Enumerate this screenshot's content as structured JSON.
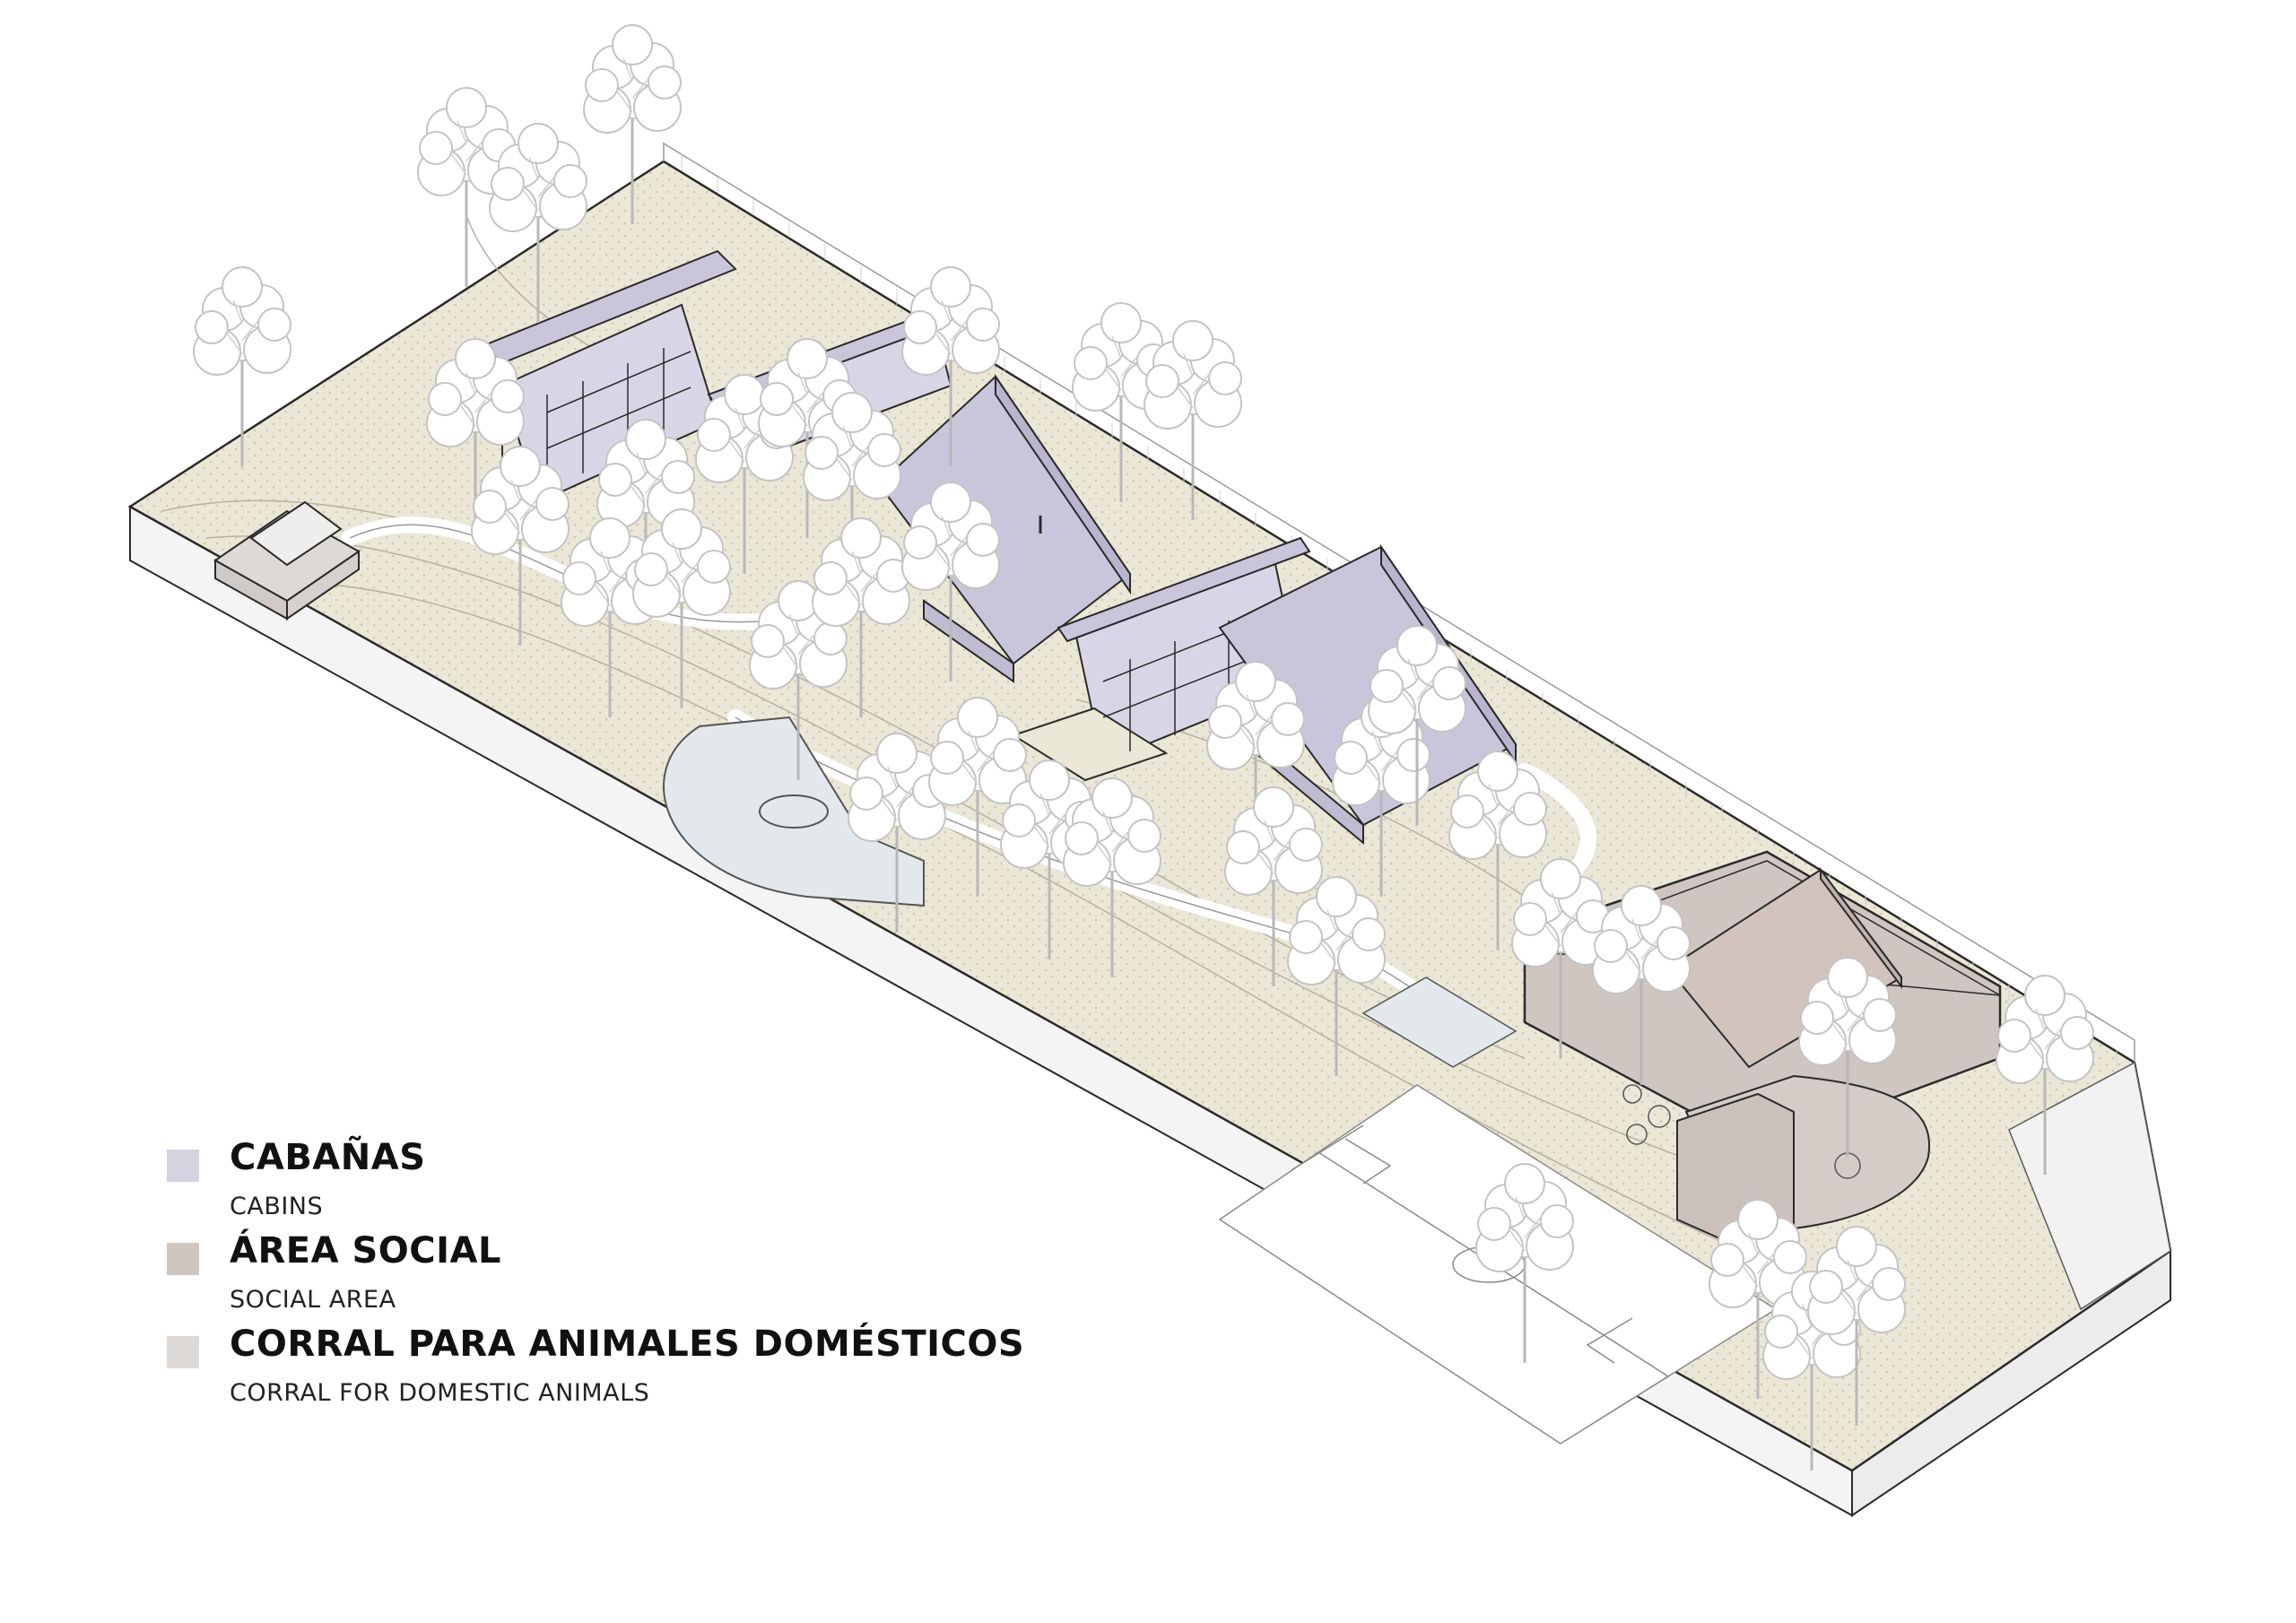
{
  "colors": {
    "cabins": "#d3d4e0",
    "social_area": "#cfc5c1",
    "corral": "#ddd9d7",
    "ground": "#ebe7d7",
    "plaza": "#e3e8ec",
    "cabin_roof": "#c9c6dc",
    "cabin_wall": "#d8d6e6",
    "social_roof": "#d2c3bd",
    "tree_stroke": "#c4c4c4",
    "line": "#2a2a2a"
  },
  "legend": [
    {
      "key": "cabins",
      "title": "CABAÑAS",
      "subtitle": "CABINS"
    },
    {
      "key": "social_area",
      "title": "ÁREA SOCIAL",
      "subtitle": "SOCIAL AREA"
    },
    {
      "key": "corral",
      "title": "CORRAL PARA ANIMALES DOMÉSTICOS",
      "subtitle": "CORRAL FOR DOMESTIC ANIMALS"
    }
  ],
  "icons": [
    "tree-icon",
    "cabin-icon",
    "social-building-icon",
    "corral-icon",
    "sports-field-icon"
  ]
}
